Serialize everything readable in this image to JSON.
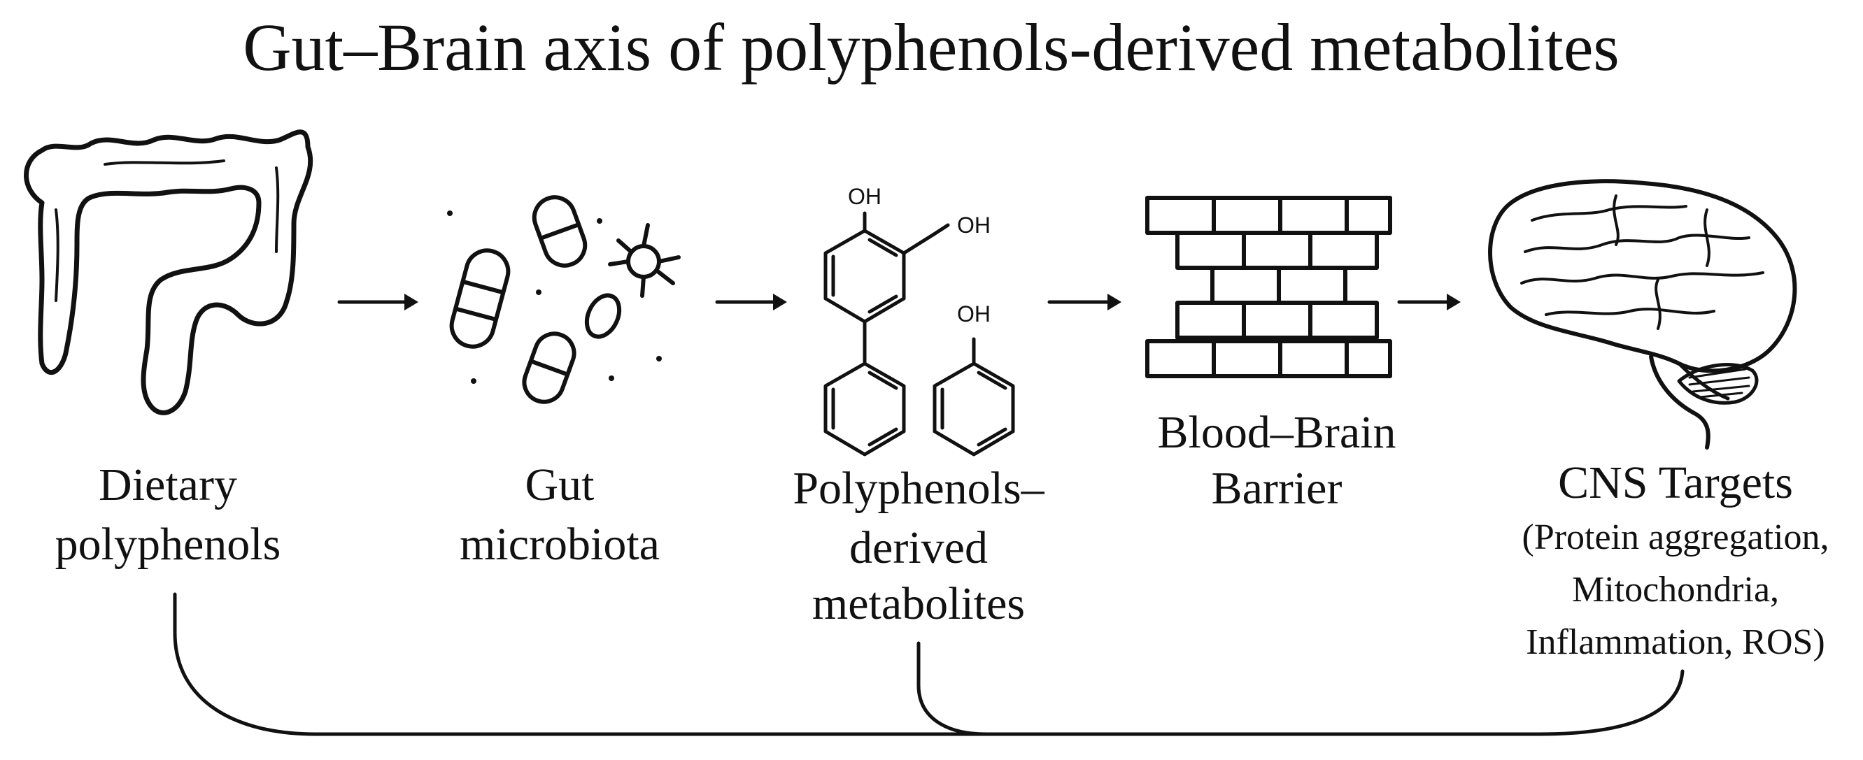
{
  "title": "Gut–Brain axis of polyphenols-derived metabolites",
  "stages": [
    {
      "id": "dietary",
      "lines": [
        "Dietary",
        "polyphenols"
      ],
      "icon": "colon-icon"
    },
    {
      "id": "microbiota",
      "lines": [
        "Gut",
        "microbiota"
      ],
      "icon": "bacteria-icon"
    },
    {
      "id": "metabolites",
      "lines": [
        "Polyphenols–",
        "derived",
        "metabolites"
      ],
      "icon": "molecule-icon"
    },
    {
      "id": "bbb",
      "lines": [
        "Blood–Brain",
        "Barrier"
      ],
      "icon": "brick-wall-icon"
    },
    {
      "id": "cns",
      "lines": [
        "CNS Targets"
      ],
      "icon": "brain-icon",
      "details": [
        "(Protein aggregation,",
        "Mitochondria,",
        "Inflammation, ROS)"
      ]
    }
  ],
  "molecule_labels": {
    "oh_top": "OH",
    "oh_side": "OH",
    "oh_phenol": "OH"
  },
  "colors": {
    "ink": "#111111",
    "background": "#ffffff"
  }
}
